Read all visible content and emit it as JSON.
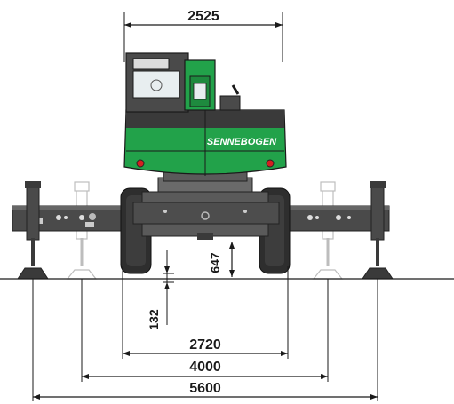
{
  "brand": {
    "logo_text": "SENNEBOGEN"
  },
  "colors": {
    "body_green": "#22a24a",
    "body_dark": "#3a3a3a",
    "frame_gray": "#555555",
    "outrigger_ghost": "#cfcfcf",
    "tail_light": "#d42020",
    "line": "#1a1a1a"
  },
  "dimensions": {
    "overall_width": "2525",
    "ground_clearance": "647",
    "lift_height": "132",
    "track_width": "2720",
    "support_width_narrow": "4000",
    "support_width_wide": "5600"
  },
  "icons": [
    "excavator-rear-view",
    "outrigger-pad-icon",
    "tail-light-icon",
    "wheel-icon"
  ]
}
